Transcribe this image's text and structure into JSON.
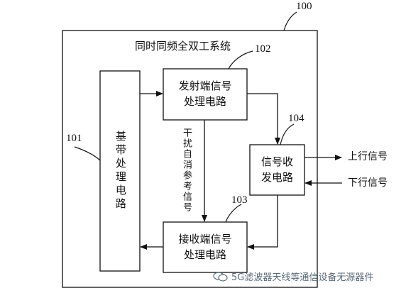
{
  "system": {
    "ref": "100",
    "title": "同时同频全双工系统"
  },
  "baseband": {
    "ref": "101",
    "text": "基带处理电路"
  },
  "tx": {
    "ref": "102",
    "line1": "发射端信号",
    "line2": "处理电路"
  },
  "rx": {
    "ref": "103",
    "line1": "接收端信号",
    "line2": "处理电路"
  },
  "transceiver": {
    "ref": "104",
    "line1": "信号收",
    "line2": "发电路"
  },
  "interference": {
    "text": "干扰自消参考信号"
  },
  "uplink": "上行信号",
  "downlink": "下行信号",
  "watermark": "5G滤波器天线等通信设备无源器件",
  "icons": {
    "watermark": "wechat-icon"
  }
}
